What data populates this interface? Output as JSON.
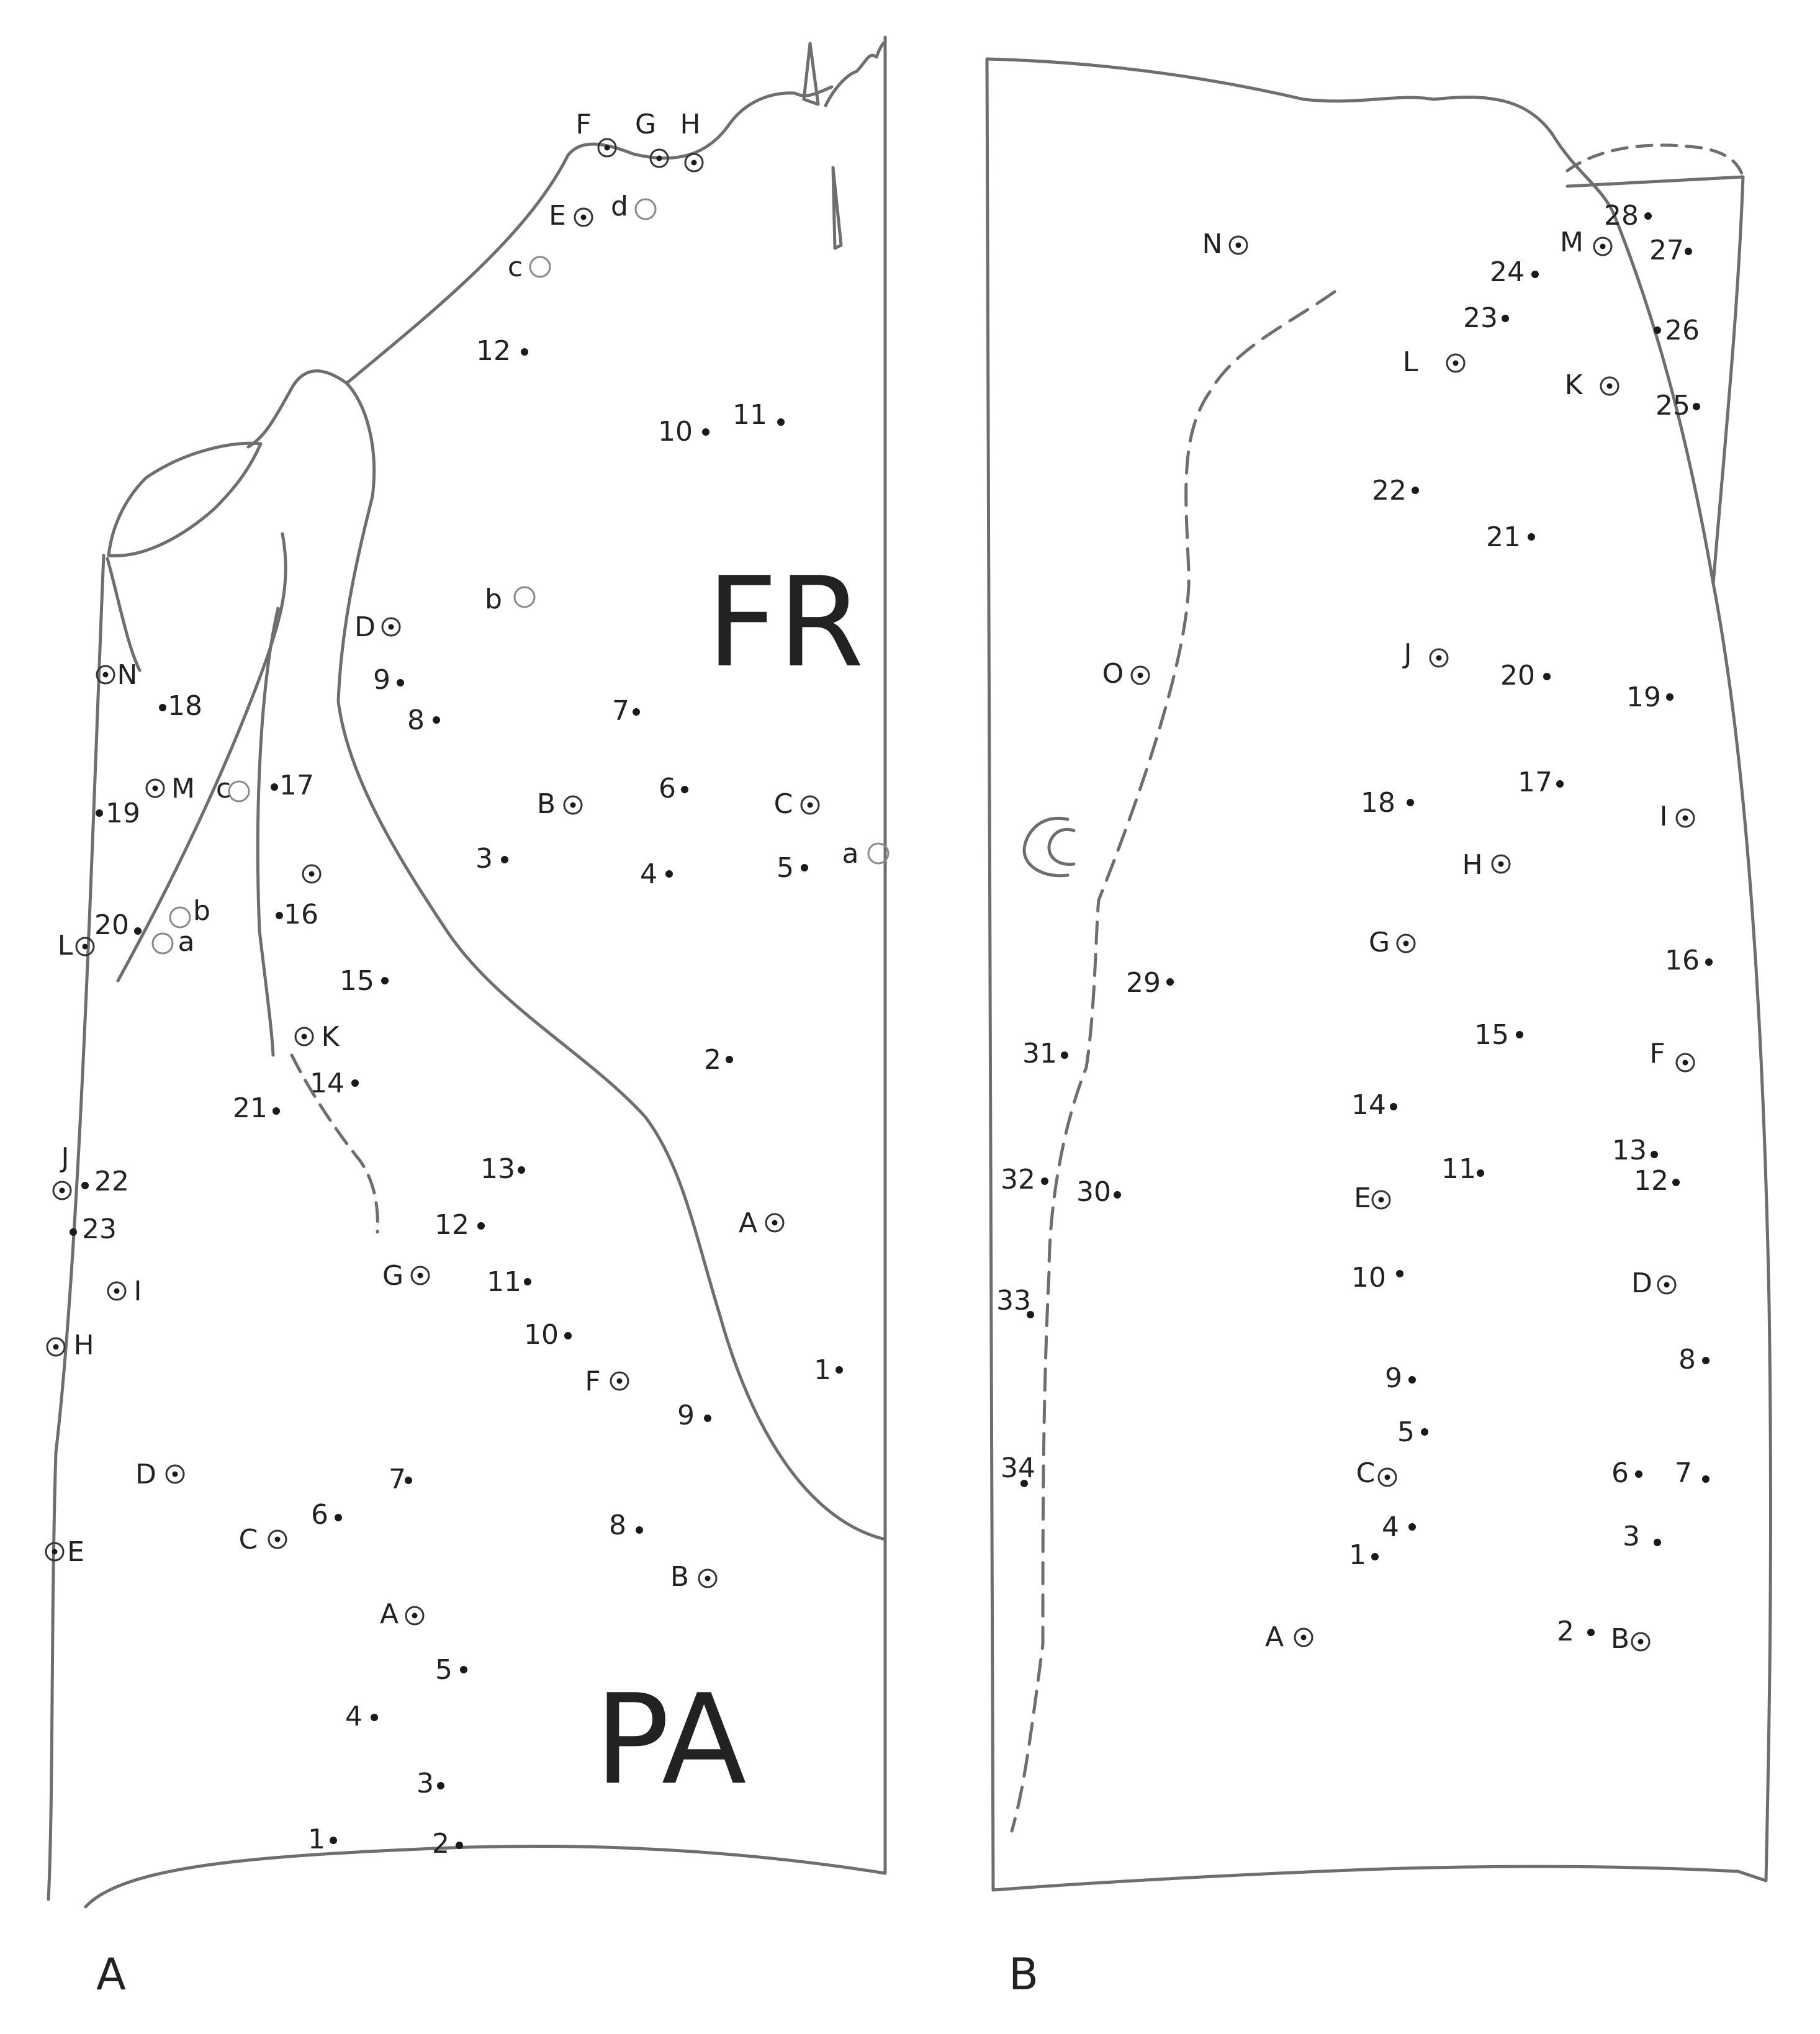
{
  "panels": [
    {
      "id": "A",
      "panel_label": "A",
      "region_labels": [
        {
          "id": "fr",
          "text": "FR"
        },
        {
          "id": "pa",
          "text": "PA"
        }
      ],
      "markers": [
        {
          "id": "F",
          "label": "F",
          "kind": "ring"
        },
        {
          "id": "G",
          "label": "G",
          "kind": "ring"
        },
        {
          "id": "H",
          "label": "H",
          "kind": "ring"
        },
        {
          "id": "E",
          "label": "E",
          "kind": "ring"
        },
        {
          "id": "d",
          "label": "d",
          "kind": "open"
        },
        {
          "id": "c",
          "label": "c",
          "kind": "open"
        },
        {
          "id": "12",
          "label": "12",
          "kind": "dot"
        },
        {
          "id": "10",
          "label": "10",
          "kind": "dot"
        },
        {
          "id": "11",
          "label": "11",
          "kind": "dot"
        },
        {
          "id": "b",
          "label": "b",
          "kind": "open"
        },
        {
          "id": "D",
          "label": "D",
          "kind": "ring"
        },
        {
          "id": "9",
          "label": "9",
          "kind": "dot"
        },
        {
          "id": "8",
          "label": "8",
          "kind": "dot"
        },
        {
          "id": "7",
          "label": "7",
          "kind": "dot"
        },
        {
          "id": "B",
          "label": "B",
          "kind": "ring"
        },
        {
          "id": "6",
          "label": "6",
          "kind": "dot"
        },
        {
          "id": "C",
          "label": "C",
          "kind": "ring"
        },
        {
          "id": "3",
          "label": "3",
          "kind": "dot"
        },
        {
          "id": "4",
          "label": "4",
          "kind": "dot"
        },
        {
          "id": "5",
          "label": "5",
          "kind": "dot"
        },
        {
          "id": "a",
          "label": "a",
          "kind": "open"
        },
        {
          "id": "2",
          "label": "2",
          "kind": "dot"
        },
        {
          "id": "A",
          "label": "A",
          "kind": "ring"
        },
        {
          "id": "1",
          "label": "1",
          "kind": "dot"
        },
        {
          "id": "pN",
          "label": "N",
          "kind": "ring"
        },
        {
          "id": "p18",
          "label": "18",
          "kind": "dot"
        },
        {
          "id": "pM",
          "label": "M",
          "kind": "ring"
        },
        {
          "id": "pc",
          "label": "c",
          "kind": "open"
        },
        {
          "id": "p17",
          "label": "17",
          "kind": "dot"
        },
        {
          "id": "p19",
          "label": "19",
          "kind": "dot"
        },
        {
          "id": "pring",
          "label": "",
          "kind": "ring"
        },
        {
          "id": "pb",
          "label": "b",
          "kind": "open"
        },
        {
          "id": "p16",
          "label": "16",
          "kind": "dot"
        },
        {
          "id": "p20",
          "label": "20",
          "kind": "dot"
        },
        {
          "id": "pL",
          "label": "L",
          "kind": "ring"
        },
        {
          "id": "pa",
          "label": "a",
          "kind": "open"
        },
        {
          "id": "p15",
          "label": "15",
          "kind": "dot"
        },
        {
          "id": "pK",
          "label": "K",
          "kind": "ring"
        },
        {
          "id": "p14",
          "label": "14",
          "kind": "dot"
        },
        {
          "id": "p21",
          "label": "21",
          "kind": "dot"
        },
        {
          "id": "pJ",
          "label": "J",
          "kind": "ring"
        },
        {
          "id": "p22",
          "label": "22",
          "kind": "dot"
        },
        {
          "id": "p23",
          "label": "23",
          "kind": "dot"
        },
        {
          "id": "pI",
          "label": "I",
          "kind": "ring"
        },
        {
          "id": "pH",
          "label": "H",
          "kind": "ring"
        },
        {
          "id": "p13",
          "label": "13",
          "kind": "dot"
        },
        {
          "id": "p12",
          "label": "12",
          "kind": "dot"
        },
        {
          "id": "pG",
          "label": "G",
          "kind": "ring"
        },
        {
          "id": "p11",
          "label": "11",
          "kind": "dot"
        },
        {
          "id": "p10",
          "label": "10",
          "kind": "dot"
        },
        {
          "id": "pF",
          "label": "F",
          "kind": "ring"
        },
        {
          "id": "p9",
          "label": "9",
          "kind": "dot"
        },
        {
          "id": "pD",
          "label": "D",
          "kind": "ring"
        },
        {
          "id": "p7",
          "label": "7",
          "kind": "dot"
        },
        {
          "id": "p6",
          "label": "6",
          "kind": "dot"
        },
        {
          "id": "pC",
          "label": "C",
          "kind": "ring"
        },
        {
          "id": "pE",
          "label": "E",
          "kind": "ring"
        },
        {
          "id": "p8",
          "label": "8",
          "kind": "dot"
        },
        {
          "id": "pB",
          "label": "B",
          "kind": "ring"
        },
        {
          "id": "pA",
          "label": "A",
          "kind": "ring"
        },
        {
          "id": "p5",
          "label": "5",
          "kind": "dot"
        },
        {
          "id": "p4",
          "label": "4",
          "kind": "dot"
        },
        {
          "id": "p3",
          "label": "3",
          "kind": "dot"
        },
        {
          "id": "p1",
          "label": "1",
          "kind": "dot"
        },
        {
          "id": "p2",
          "label": "2",
          "kind": "dot"
        }
      ]
    },
    {
      "id": "B",
      "panel_label": "B",
      "region_labels": [],
      "markers": [
        {
          "id": "N",
          "label": "N",
          "kind": "ring"
        },
        {
          "id": "28",
          "label": "28",
          "kind": "dot"
        },
        {
          "id": "M",
          "label": "M",
          "kind": "ring"
        },
        {
          "id": "27",
          "label": "27",
          "kind": "dot"
        },
        {
          "id": "24",
          "label": "24",
          "kind": "dot"
        },
        {
          "id": "23",
          "label": "23",
          "kind": "dot"
        },
        {
          "id": "26",
          "label": "26",
          "kind": "dot"
        },
        {
          "id": "L",
          "label": "L",
          "kind": "ring"
        },
        {
          "id": "K",
          "label": "K",
          "kind": "ring"
        },
        {
          "id": "25",
          "label": "25",
          "kind": "dot"
        },
        {
          "id": "22",
          "label": "22",
          "kind": "dot"
        },
        {
          "id": "21",
          "label": "21",
          "kind": "dot"
        },
        {
          "id": "O",
          "label": "O",
          "kind": "ring"
        },
        {
          "id": "J",
          "label": "J",
          "kind": "ring"
        },
        {
          "id": "20",
          "label": "20",
          "kind": "dot"
        },
        {
          "id": "19",
          "label": "19",
          "kind": "dot"
        },
        {
          "id": "17",
          "label": "17",
          "kind": "dot"
        },
        {
          "id": "18",
          "label": "18",
          "kind": "dot"
        },
        {
          "id": "I",
          "label": "I",
          "kind": "ring"
        },
        {
          "id": "H",
          "label": "H",
          "kind": "ring"
        },
        {
          "id": "G",
          "label": "G",
          "kind": "ring"
        },
        {
          "id": "16",
          "label": "16",
          "kind": "dot"
        },
        {
          "id": "29",
          "label": "29",
          "kind": "dot"
        },
        {
          "id": "15",
          "label": "15",
          "kind": "dot"
        },
        {
          "id": "31",
          "label": "31",
          "kind": "dot"
        },
        {
          "id": "F",
          "label": "F",
          "kind": "ring"
        },
        {
          "id": "14",
          "label": "14",
          "kind": "dot"
        },
        {
          "id": "13",
          "label": "13",
          "kind": "dot"
        },
        {
          "id": "11",
          "label": "11",
          "kind": "dot"
        },
        {
          "id": "12",
          "label": "12",
          "kind": "dot"
        },
        {
          "id": "32",
          "label": "32",
          "kind": "dot"
        },
        {
          "id": "30",
          "label": "30",
          "kind": "dot"
        },
        {
          "id": "E",
          "label": "E",
          "kind": "ring"
        },
        {
          "id": "10",
          "label": "10",
          "kind": "dot"
        },
        {
          "id": "D",
          "label": "D",
          "kind": "ring"
        },
        {
          "id": "33",
          "label": "33",
          "kind": "dot"
        },
        {
          "id": "8",
          "label": "8",
          "kind": "dot"
        },
        {
          "id": "9",
          "label": "9",
          "kind": "dot"
        },
        {
          "id": "5",
          "label": "5",
          "kind": "dot"
        },
        {
          "id": "34",
          "label": "34",
          "kind": "dot"
        },
        {
          "id": "C",
          "label": "C",
          "kind": "ring"
        },
        {
          "id": "6",
          "label": "6",
          "kind": "dot"
        },
        {
          "id": "7",
          "label": "7",
          "kind": "dot"
        },
        {
          "id": "4",
          "label": "4",
          "kind": "dot"
        },
        {
          "id": "3",
          "label": "3",
          "kind": "dot"
        },
        {
          "id": "1",
          "label": "1",
          "kind": "dot"
        },
        {
          "id": "A",
          "label": "A",
          "kind": "ring"
        },
        {
          "id": "2",
          "label": "2",
          "kind": "dot"
        },
        {
          "id": "B",
          "label": "B",
          "kind": "ring"
        }
      ]
    }
  ]
}
